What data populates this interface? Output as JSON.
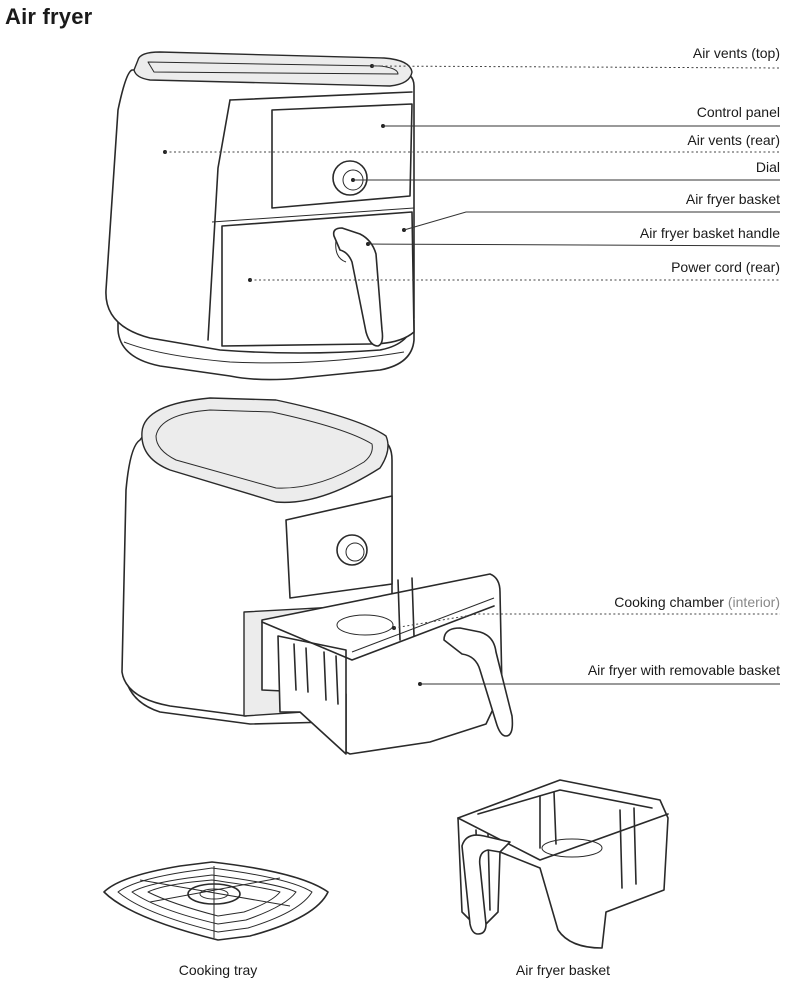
{
  "title": "Air fryer",
  "callouts": [
    {
      "id": "air-vents-top",
      "text": "Air vents (top)",
      "style": "dotted"
    },
    {
      "id": "control-panel",
      "text": "Control panel",
      "style": "solid"
    },
    {
      "id": "air-vents-rear",
      "text": "Air vents (rear)",
      "style": "dotted"
    },
    {
      "id": "dial",
      "text": "Dial",
      "style": "solid"
    },
    {
      "id": "air-fryer-basket",
      "text": "Air fryer basket",
      "style": "solid"
    },
    {
      "id": "air-fryer-basket-handle",
      "text": "Air fryer basket handle",
      "style": "solid"
    },
    {
      "id": "power-cord-rear",
      "text": "Power cord (rear)",
      "style": "dotted"
    },
    {
      "id": "cooking-chamber",
      "text": "Cooking chamber",
      "note": "(interior)",
      "style": "dotted"
    },
    {
      "id": "air-fryer-removable-basket",
      "text": "Air fryer with removable basket",
      "style": "solid"
    }
  ],
  "captions": {
    "cooking_tray": "Cooking tray",
    "air_fryer_basket": "Air fryer basket"
  }
}
